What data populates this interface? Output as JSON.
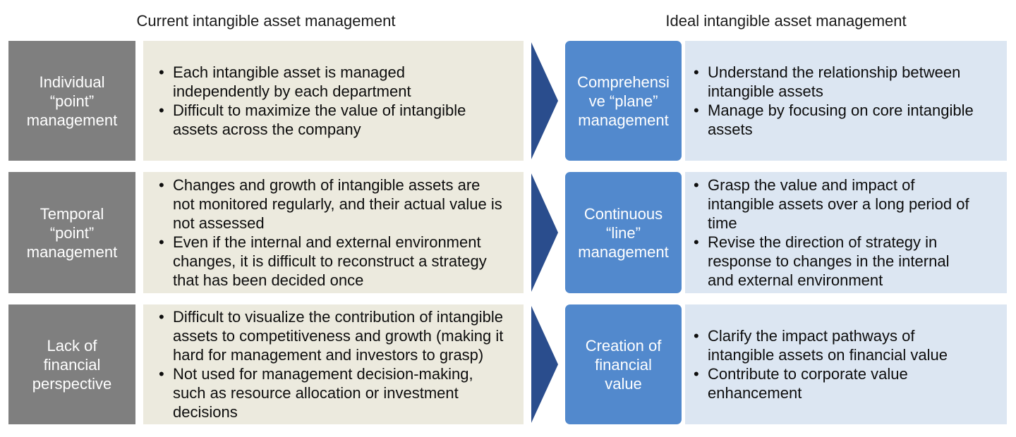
{
  "header": {
    "current_title": "Current intangible asset management",
    "ideal_title": "Ideal intangible asset management"
  },
  "colors": {
    "current_label_box": "#7f7f7f",
    "current_points_box": "#eceade",
    "ideal_label_box": "#5289cd",
    "ideal_points_box": "#dce6f2",
    "arrow": "#2a4d8d",
    "label_text": "#ffffff",
    "body_text": "#0d0d0d"
  },
  "rows": [
    {
      "current_label": "Individual\n“point”\nmanagement",
      "current_points": [
        "Each intangible asset is managed independently by each department",
        "Difficult to maximize the value of intangible assets across the company"
      ],
      "ideal_label": "Comprehensi\nve “plane”\nmanagement",
      "ideal_points": [
        "Understand the relationship between intangible assets",
        "Manage by focusing on core intangible assets"
      ]
    },
    {
      "current_label": "Temporal\n“point”\nmanagement",
      "current_points": [
        "Changes and growth of intangible assets are not monitored regularly, and their actual value is not assessed",
        "Even if the internal and external environment changes, it is difficult to reconstruct a strategy that has been decided once"
      ],
      "ideal_label": "Continuous\n“line”\nmanagement",
      "ideal_points": [
        "Grasp the value and impact of intangible assets over a long period of time",
        "Revise the direction of strategy in response to changes in the internal and external environment"
      ]
    },
    {
      "current_label": "Lack of\nfinancial\nperspective",
      "current_points": [
        "Difficult to visualize the contribution of intangible assets to competitiveness and growth (making it hard for management and investors to grasp)",
        "Not used for management decision-making, such as resource allocation or investment decisions"
      ],
      "ideal_label": "Creation of\nfinancial\nvalue",
      "ideal_points": [
        "Clarify the impact pathways of intangible assets on financial value",
        "Contribute to corporate value enhancement"
      ]
    }
  ]
}
